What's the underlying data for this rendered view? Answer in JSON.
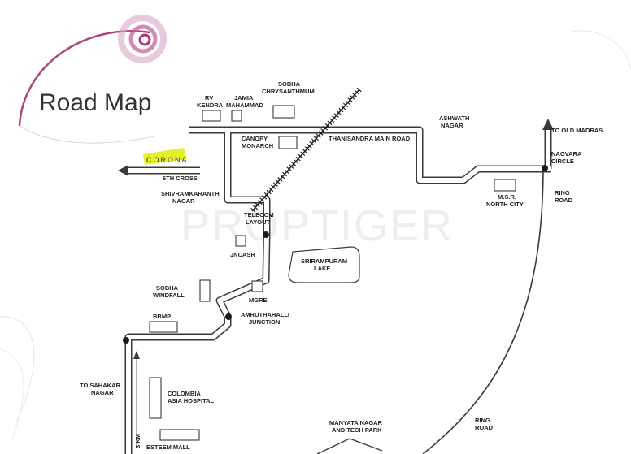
{
  "title": "Road Map",
  "watermark": "PROPTIGER",
  "project": "CORONA",
  "colors": {
    "road_edge": "#3a3a3a",
    "highlight": "#e5ef2a",
    "accent": "#b0467f",
    "railway": "#222222"
  },
  "labels": {
    "rv_kendra": [
      "RV",
      "KENDRA"
    ],
    "jamia": [
      "JAMIA",
      "MAHAMMAD"
    ],
    "sobha_chrysanthmum": [
      "SOBHA",
      "CHRYSANTHMUM"
    ],
    "ashwath_nagar": [
      "ASHWATH",
      "NAGAR"
    ],
    "old_madras": "TO OLD MADRAS",
    "nagvara_circle": [
      "NAGVARA",
      "CIRCLE"
    ],
    "canopy_monarch": [
      "CANOPY",
      "MONARCH"
    ],
    "thanisandra": "THANISANDRA MAIN ROAD",
    "sixth_cross": "6TH CROSS",
    "shivram": [
      "SHIVRAMKARANTH",
      "NAGAR"
    ],
    "msr": [
      "M.S.R.",
      "NORTH CITY"
    ],
    "ring_road_top": [
      "RING",
      "ROAD"
    ],
    "telecom_layout": [
      "TELECOM",
      "LAYOUT"
    ],
    "jncasr": "JNCASR",
    "lake": [
      "SRIRAMPURAM",
      "LAKE"
    ],
    "sobha_windfall": [
      "SOBHA",
      "WINDFALL"
    ],
    "mgre": "MGRE",
    "bbmp": "BBMP",
    "amruthahalli": [
      "AMRUTHAHALLI",
      "JUNCTION"
    ],
    "sahakar": [
      "TO SAHAKAR",
      "NAGAR"
    ],
    "columbia": [
      "COLOMBIA",
      "ASIA HOSPITAL"
    ],
    "esteem": "ESTEEM MALL",
    "distance": "3 KM",
    "manyata": [
      "MANYATA NAGAR",
      "AND TECH PARK"
    ],
    "ring_road_bottom": [
      "RING",
      "ROAD"
    ]
  }
}
